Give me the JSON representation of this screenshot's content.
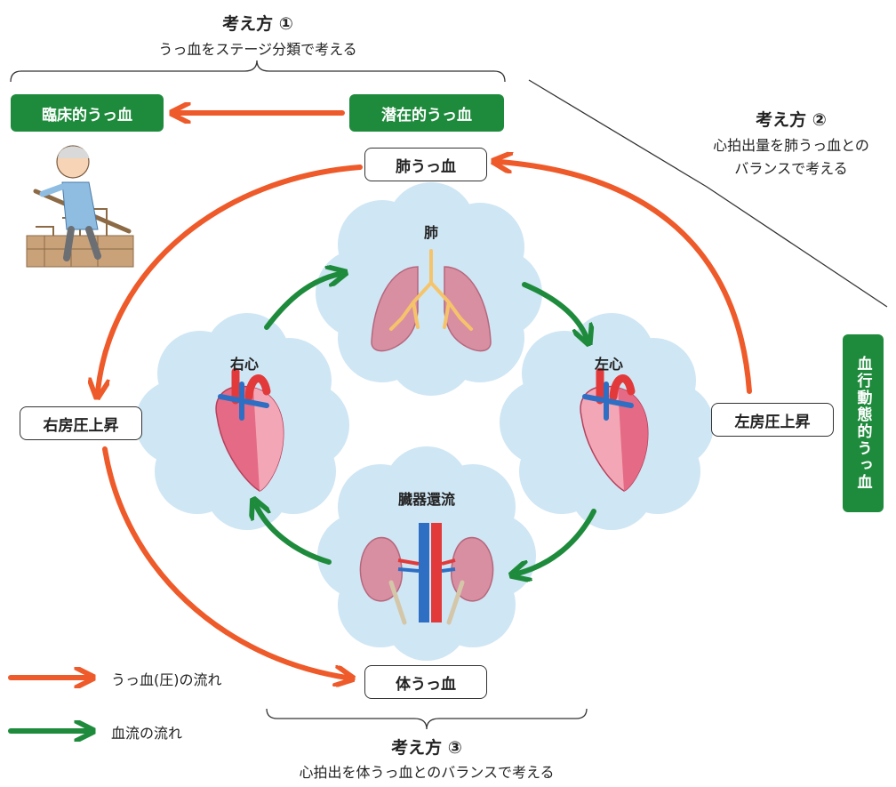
{
  "approach1": {
    "title": "考え方 ①",
    "subtitle": "うっ血をステージ分類で考える"
  },
  "approach2": {
    "title": "考え方 ②",
    "subtitle_line1": "心拍出量を肺うっ血との",
    "subtitle_line2": "バランスで考える"
  },
  "approach3": {
    "title": "考え方 ③",
    "subtitle": "心拍出を体うっ血とのバランスで考える"
  },
  "stages": {
    "clinical": "臨床的うっ血",
    "latent": "潜在的うっ血",
    "hemodynamic": "血行動態的うっ血"
  },
  "boxes": {
    "pulmonary": "肺うっ血",
    "systemic": "体うっ血",
    "right_atrial": "右房圧上昇",
    "left_atrial": "左房圧上昇"
  },
  "organs": {
    "lung": "肺",
    "right_heart": "右心",
    "left_heart": "左心",
    "organ_return": "臓器還流"
  },
  "legend": {
    "congestion_flow": "うっ血(圧)の流れ",
    "blood_flow": "血流の流れ"
  },
  "colors": {
    "congestion_arrow": "#ee5a2a",
    "blood_arrow": "#1e8b3c",
    "cloud": "#cfe6f4",
    "stage_box": "#1e8b3c"
  }
}
